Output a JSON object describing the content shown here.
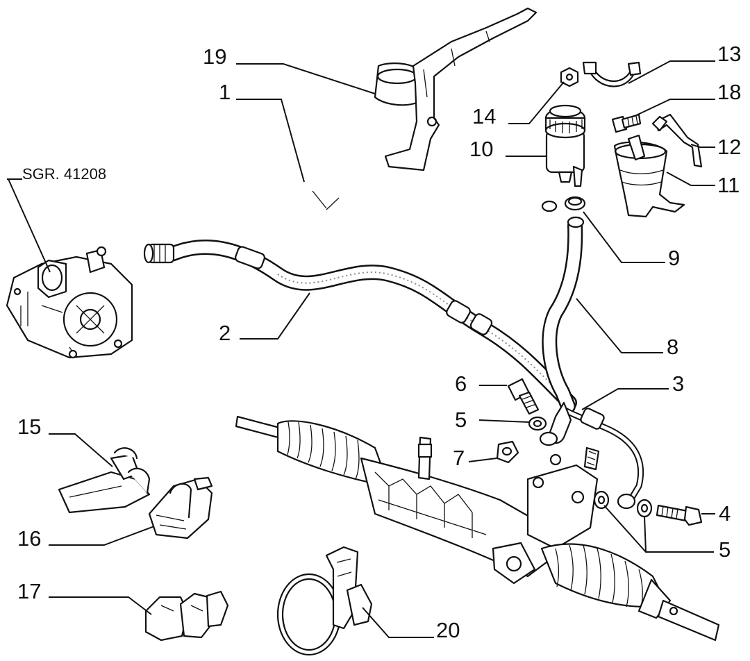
{
  "diagram": {
    "reference_label": "SGR. 41208",
    "callouts": [
      {
        "id": "c19",
        "text": "19"
      },
      {
        "id": "c1",
        "text": "1"
      },
      {
        "id": "c2",
        "text": "2"
      },
      {
        "id": "c13",
        "text": "13"
      },
      {
        "id": "c14",
        "text": "14"
      },
      {
        "id": "c18",
        "text": "18"
      },
      {
        "id": "c10",
        "text": "10"
      },
      {
        "id": "c12",
        "text": "12"
      },
      {
        "id": "c11",
        "text": "11"
      },
      {
        "id": "c9",
        "text": "9"
      },
      {
        "id": "c8",
        "text": "8"
      },
      {
        "id": "c6",
        "text": "6"
      },
      {
        "id": "c3",
        "text": "3"
      },
      {
        "id": "c5a",
        "text": "5"
      },
      {
        "id": "c7",
        "text": "7"
      },
      {
        "id": "c4",
        "text": "4"
      },
      {
        "id": "c5b",
        "text": "5"
      },
      {
        "id": "c15",
        "text": "15"
      },
      {
        "id": "c16",
        "text": "16"
      },
      {
        "id": "c17",
        "text": "17"
      },
      {
        "id": "c20",
        "text": "20"
      }
    ]
  }
}
